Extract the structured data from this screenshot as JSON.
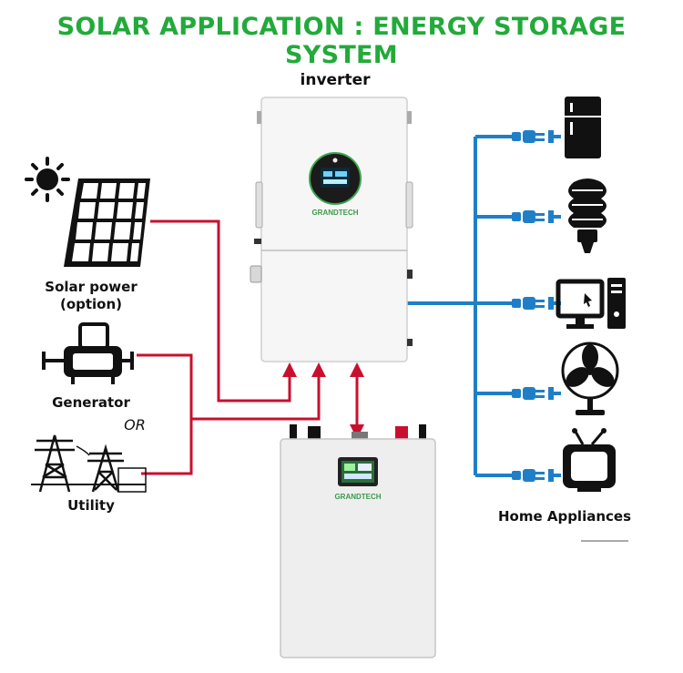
{
  "title": "SOLAR APPLICATION : ENERGY STORAGE SYSTEM",
  "inverter_label": "inverter",
  "sources": {
    "solar_line1": "Solar power",
    "solar_line2": "(option)",
    "generator": "Generator",
    "or": "OR",
    "utility": "Utility"
  },
  "appliances_label": "Home Appliances",
  "brand": "GRANDTECH",
  "colors": {
    "title": "#22aa3a",
    "ac_line": "#1e7fc8",
    "dc_line": "#c8102e",
    "brand": "#3a9a4a"
  },
  "icons": [
    "sun-icon",
    "solar-panel-icon",
    "generator-icon",
    "power-tower-icon",
    "fridge-icon",
    "bulb-icon",
    "computer-icon",
    "fan-icon",
    "tv-icon",
    "plug-icon"
  ]
}
